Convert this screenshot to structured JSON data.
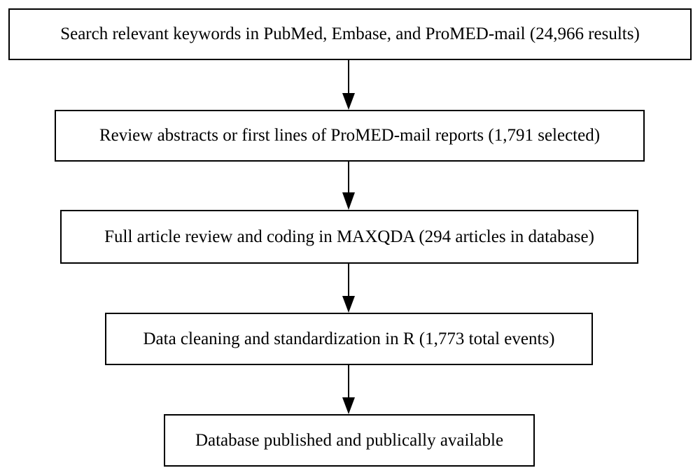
{
  "steps": [
    {
      "label": "Search relevant keywords in PubMed, Embase, and ProMED-mail (24,966 results)"
    },
    {
      "label": "Review abstracts or first lines of ProMED-mail reports (1,791 selected)"
    },
    {
      "label": "Full article review and coding in MAXQDA (294 articles in database)"
    },
    {
      "label": "Data cleaning and standardization in R (1,773 total events)"
    },
    {
      "label": "Database published and publically available"
    }
  ],
  "colors": {
    "stroke": "#000000",
    "background": "#ffffff"
  }
}
